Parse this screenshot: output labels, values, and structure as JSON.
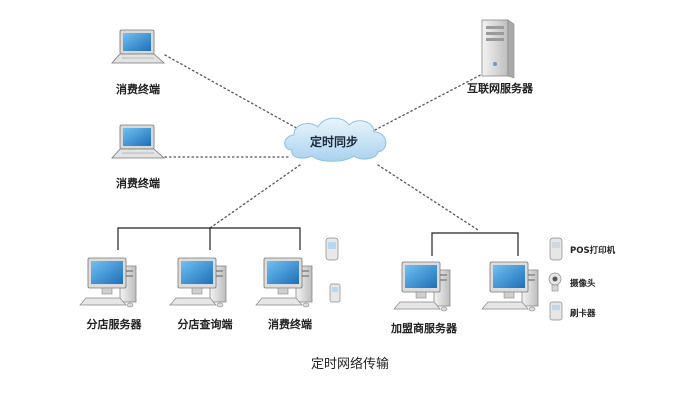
{
  "cloud": {
    "label": "定时同步"
  },
  "laptops": [
    {
      "label": "消费终端"
    },
    {
      "label": "消费终端"
    }
  ],
  "internet_server": {
    "label": "互联网服务器"
  },
  "branch_nodes": [
    {
      "label": "分店服务器"
    },
    {
      "label": "分店查询端"
    },
    {
      "label": "消费终端"
    }
  ],
  "franchise": {
    "label": "加盟商服务器"
  },
  "peripherals": [
    {
      "label": "POS打印机",
      "icon": "pos-printer-icon"
    },
    {
      "label": "摄像头",
      "icon": "webcam-icon"
    },
    {
      "label": "刷卡器",
      "icon": "card-reader-icon"
    }
  ],
  "caption": "定时网络传输",
  "colors": {
    "screen": "#2f8fd8",
    "cloud": "#c9e3f5",
    "body": "#e6e6e6"
  }
}
